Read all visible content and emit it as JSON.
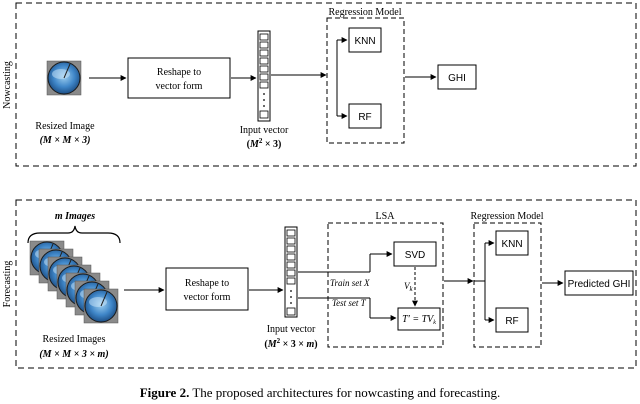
{
  "nowcasting": {
    "side_label": "Nowcasting",
    "image_label": "Resized Image",
    "image_dims": "(M × M × 3)",
    "reshape_line1": "Reshape to",
    "reshape_line2": "vector form",
    "vector_label": "Input vector",
    "vector_dims": "(M² × 3)",
    "regression_title": "Regression Model",
    "knn": "KNN",
    "rf": "RF",
    "output": "GHI"
  },
  "forecasting": {
    "side_label": "Forecasting",
    "m_images": "m Images",
    "image_label": "Resized Images",
    "image_dims": "(M × M × 3 × m)",
    "reshape_line1": "Reshape to",
    "reshape_line2": "vector form",
    "vector_label": "Input vector",
    "vector_dims": "(M² × 3 × m)",
    "lsa_title": "LSA",
    "svd": "SVD",
    "vk": "V",
    "vk_sub": "k",
    "train_set": "Train set X",
    "test_set": "Test set T",
    "formula_lhs": "T′ = TV",
    "formula_sub": "k",
    "regression_title": "Regression Model",
    "knn": "KNN",
    "rf": "RF",
    "output": "Predicted GHI"
  },
  "caption": {
    "label": "Figure 2.",
    "text": " The proposed architectures for nowcasting and forecasting."
  }
}
